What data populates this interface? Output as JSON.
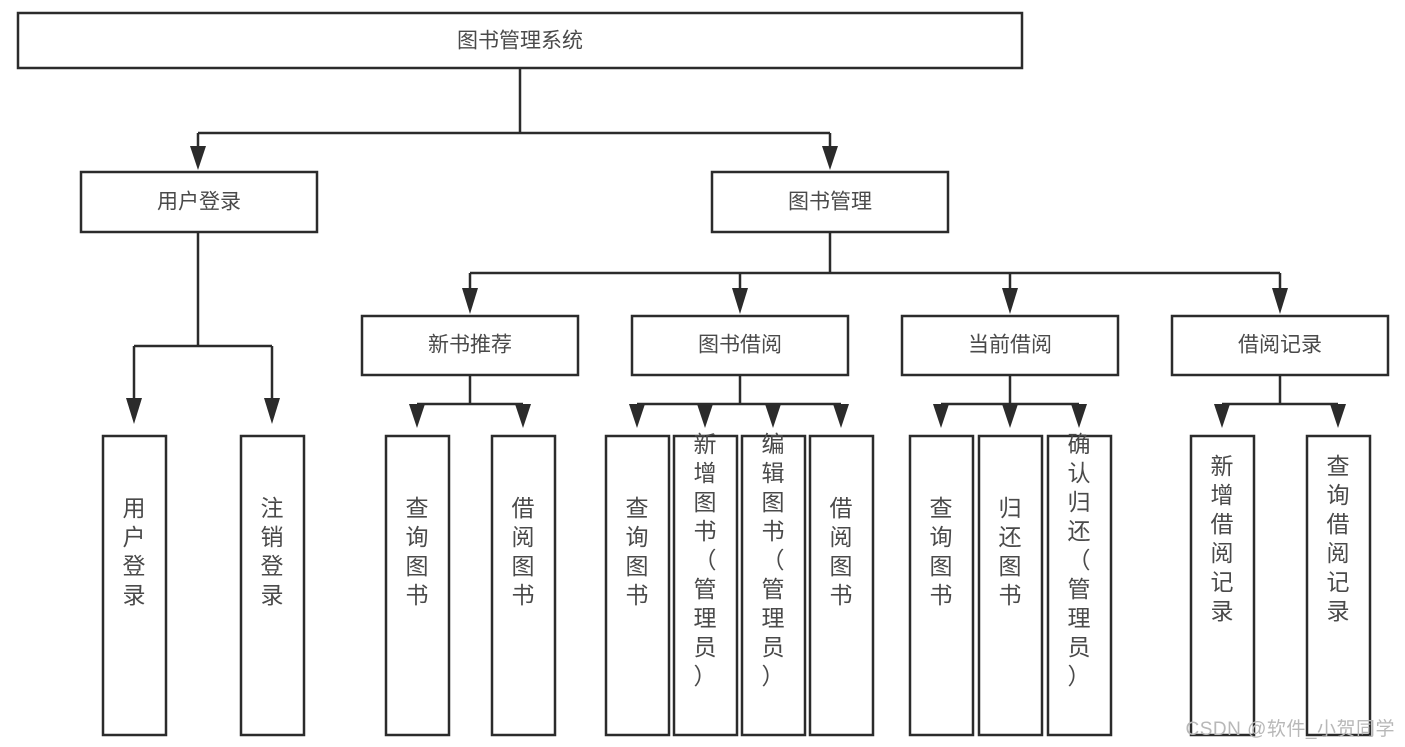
{
  "diagram": {
    "title": "图书管理系统",
    "watermark": "CSDN @软件_小贺同学",
    "colors": {
      "stroke": "#2b2b2b",
      "box_fill": "#ffffff",
      "text": "#4a4a4a",
      "background": "#ffffff",
      "watermark": "#b8b8b8"
    },
    "root": {
      "label": "图书管理系统"
    },
    "level2": [
      {
        "label": "用户登录"
      },
      {
        "label": "图书管理"
      }
    ],
    "level3": [
      {
        "label": "新书推荐"
      },
      {
        "label": "图书借阅"
      },
      {
        "label": "当前借阅"
      },
      {
        "label": "借阅记录"
      }
    ],
    "leaves": {
      "user_login": [
        {
          "label": "用户登录"
        },
        {
          "label": "注销登录"
        }
      ],
      "new_book_recommend": [
        {
          "label": "查询图书"
        },
        {
          "label": "借阅图书"
        }
      ],
      "book_borrow": [
        {
          "label": "查询图书"
        },
        {
          "label": "新增图书（管理员）"
        },
        {
          "label": "编辑图书（管理员）"
        },
        {
          "label": "借阅图书"
        }
      ],
      "current_borrow": [
        {
          "label": "查询图书"
        },
        {
          "label": "归还图书"
        },
        {
          "label": "确认归还（管理员）"
        }
      ],
      "borrow_record": [
        {
          "label": "新增借阅记录"
        },
        {
          "label": "查询借阅记录"
        }
      ]
    }
  }
}
